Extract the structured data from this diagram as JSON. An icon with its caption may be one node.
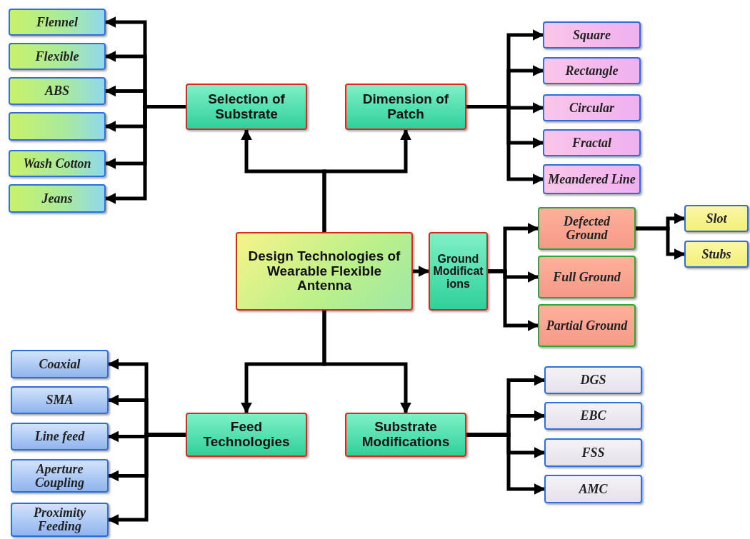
{
  "diagram": {
    "nodes": [
      {
        "text": [
          "Design Technologies of Wearable Flexible Antenna"
        ]
      },
      {
        "text": [
          "Selection of Substrate"
        ]
      },
      {
        "text": [
          "Dimension of Patch"
        ]
      },
      {
        "text": [
          "Ground Modifications"
        ]
      },
      {
        "text": [
          "Feed Technologies"
        ]
      },
      {
        "text": [
          "Substrate Modifications"
        ]
      },
      {
        "text": [
          "Flennel"
        ]
      },
      {
        "text": [
          "Flexible"
        ]
      },
      {
        "text": [
          "ABS"
        ]
      },
      {
        "text": [],
        "shape": "box"
      },
      {
        "text": [
          "Wash Cotton"
        ]
      },
      {
        "text": [
          "Jeans"
        ]
      },
      {
        "text": [
          "Square"
        ]
      },
      {
        "text": [
          "Rectangle"
        ]
      },
      {
        "text": [
          "Circular"
        ]
      },
      {
        "text": [
          "Fractal"
        ]
      },
      {
        "text": [
          "Meandered Line"
        ]
      },
      {
        "text": [
          "Defected Ground"
        ]
      },
      {
        "text": [
          "Full Ground"
        ]
      },
      {
        "text": [
          "Partial Ground"
        ]
      },
      {
        "text": [
          "Slot"
        ]
      },
      {
        "text": [
          "Stubs"
        ]
      },
      {
        "text": [
          "Coaxial"
        ]
      },
      {
        "text": [
          "SMA"
        ]
      },
      {
        "text": [
          "Line feed"
        ]
      },
      {
        "text": [
          "Aperture Coupling"
        ]
      },
      {
        "text": [
          "Proximity Feeding"
        ]
      },
      {
        "text": [
          "DGS"
        ]
      },
      {
        "text": [
          "EBC"
        ]
      },
      {
        "text": [
          "FSS"
        ]
      },
      {
        "text": [
          "AMC"
        ]
      }
    ],
    "edges": [
      {
        "from": 0,
        "to": 1,
        "arrow": "to"
      },
      {
        "from": 0,
        "to": 2,
        "arrow": "to"
      },
      {
        "from": 0,
        "to": 3,
        "arrow": "to"
      },
      {
        "from": 0,
        "to": 4,
        "arrow": "to"
      },
      {
        "from": 0,
        "to": 5,
        "arrow": "to"
      },
      {
        "from": 1,
        "to": 6,
        "arrow": "to"
      },
      {
        "from": 1,
        "to": 7,
        "arrow": "to"
      },
      {
        "from": 1,
        "to": 8,
        "arrow": "to"
      },
      {
        "from": 1,
        "to": 9,
        "arrow": "to"
      },
      {
        "from": 1,
        "to": 10,
        "arrow": "to"
      },
      {
        "from": 1,
        "to": 11,
        "arrow": "to"
      },
      {
        "from": 2,
        "to": 12,
        "arrow": "to"
      },
      {
        "from": 2,
        "to": 13,
        "arrow": "to"
      },
      {
        "from": 2,
        "to": 14,
        "arrow": "to"
      },
      {
        "from": 2,
        "to": 15,
        "arrow": "to"
      },
      {
        "from": 2,
        "to": 16,
        "arrow": "to"
      },
      {
        "from": 3,
        "to": 17,
        "arrow": "to"
      },
      {
        "from": 3,
        "to": 18,
        "arrow": "to"
      },
      {
        "from": 3,
        "to": 19,
        "arrow": "to"
      },
      {
        "from": 17,
        "to": 20,
        "arrow": "to"
      },
      {
        "from": 17,
        "to": 21,
        "arrow": "to"
      },
      {
        "from": 4,
        "to": 22,
        "arrow": "to"
      },
      {
        "from": 4,
        "to": 23,
        "arrow": "to"
      },
      {
        "from": 4,
        "to": 24,
        "arrow": "to"
      },
      {
        "from": 4,
        "to": 25,
        "arrow": "to"
      },
      {
        "from": 4,
        "to": 26,
        "arrow": "to"
      },
      {
        "from": 5,
        "to": 27,
        "arrow": "to"
      },
      {
        "from": 5,
        "to": 28,
        "arrow": "to"
      },
      {
        "from": 5,
        "to": 29,
        "arrow": "to"
      },
      {
        "from": 5,
        "to": 30,
        "arrow": "to"
      }
    ]
  }
}
